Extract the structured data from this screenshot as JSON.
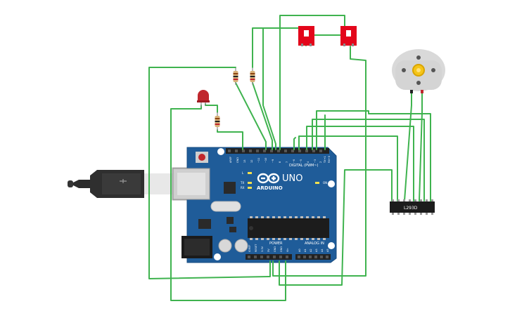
{
  "board": {
    "brand": "ARDUINO",
    "model": "UNO",
    "digital_header_label": "DIGITAL (PWM~)",
    "power_label": "POWER",
    "analog_label": "ANALOG IN",
    "on_label": "ON",
    "tx_label": "TX",
    "rx_label": "RX",
    "l_label": "L",
    "aref_label": "AREF",
    "gnd_label": "GND",
    "digital_pins": [
      "13",
      "12",
      "~11",
      "~10",
      "~9",
      "8",
      "7",
      "~6",
      "~5",
      "4",
      "~3",
      "2",
      "TX→1",
      "RX←0"
    ],
    "power_pins": [
      "IOREF",
      "RESET",
      "3.3V",
      "5V",
      "GND",
      "GND",
      "Vin"
    ],
    "analog_pins": [
      "A0",
      "A1",
      "A2",
      "A3",
      "A4",
      "A5"
    ]
  },
  "driver_ic": {
    "label": "L293D"
  },
  "colors": {
    "wire": "#3fb34f",
    "board": "#1f5c99",
    "header": "#222222",
    "switch": "#e3061b",
    "led": "#c0272d",
    "motor_body": "#d9d9d9",
    "gear": "#f5c518"
  }
}
